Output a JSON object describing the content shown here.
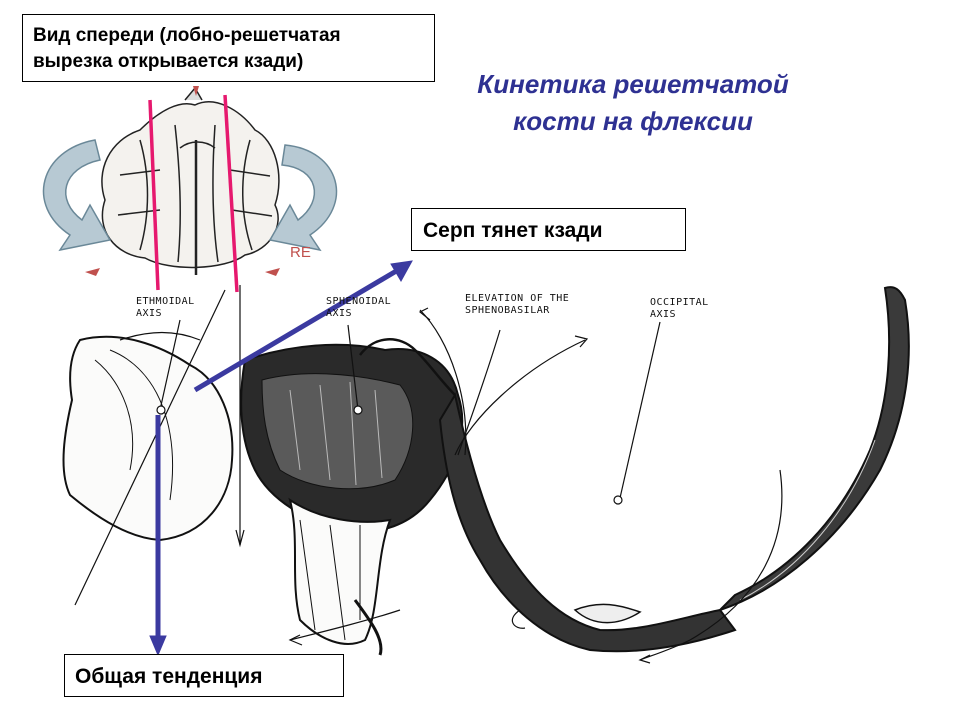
{
  "front_view_box": {
    "text_line1": "Вид спереди (лобно-решетчатая",
    "text_line2": "вырезка открывается кзади)"
  },
  "title": {
    "line1": "Кинетика решетчатой",
    "line2": "кости на флексии"
  },
  "falx_box": {
    "text": "Серп тянет кзади"
  },
  "trend_box": {
    "text": "Общая тенденция"
  },
  "illustration_labels": {
    "ethmoidal_axis": "ETHMOIDAL AXIS",
    "sphenoidal_axis": "SPHENOIDAL AXIS",
    "elevation": "ELEVATION OF THE SPHENOBASILAR",
    "occipital_axis": "OCCIPITAL AXIS",
    "re_mark": "RE"
  },
  "colors": {
    "title": "#2e3192",
    "arrow": "#3b3aa0",
    "axis_line": "#e6196e",
    "rotation_arrow": "#b7c9d3"
  }
}
